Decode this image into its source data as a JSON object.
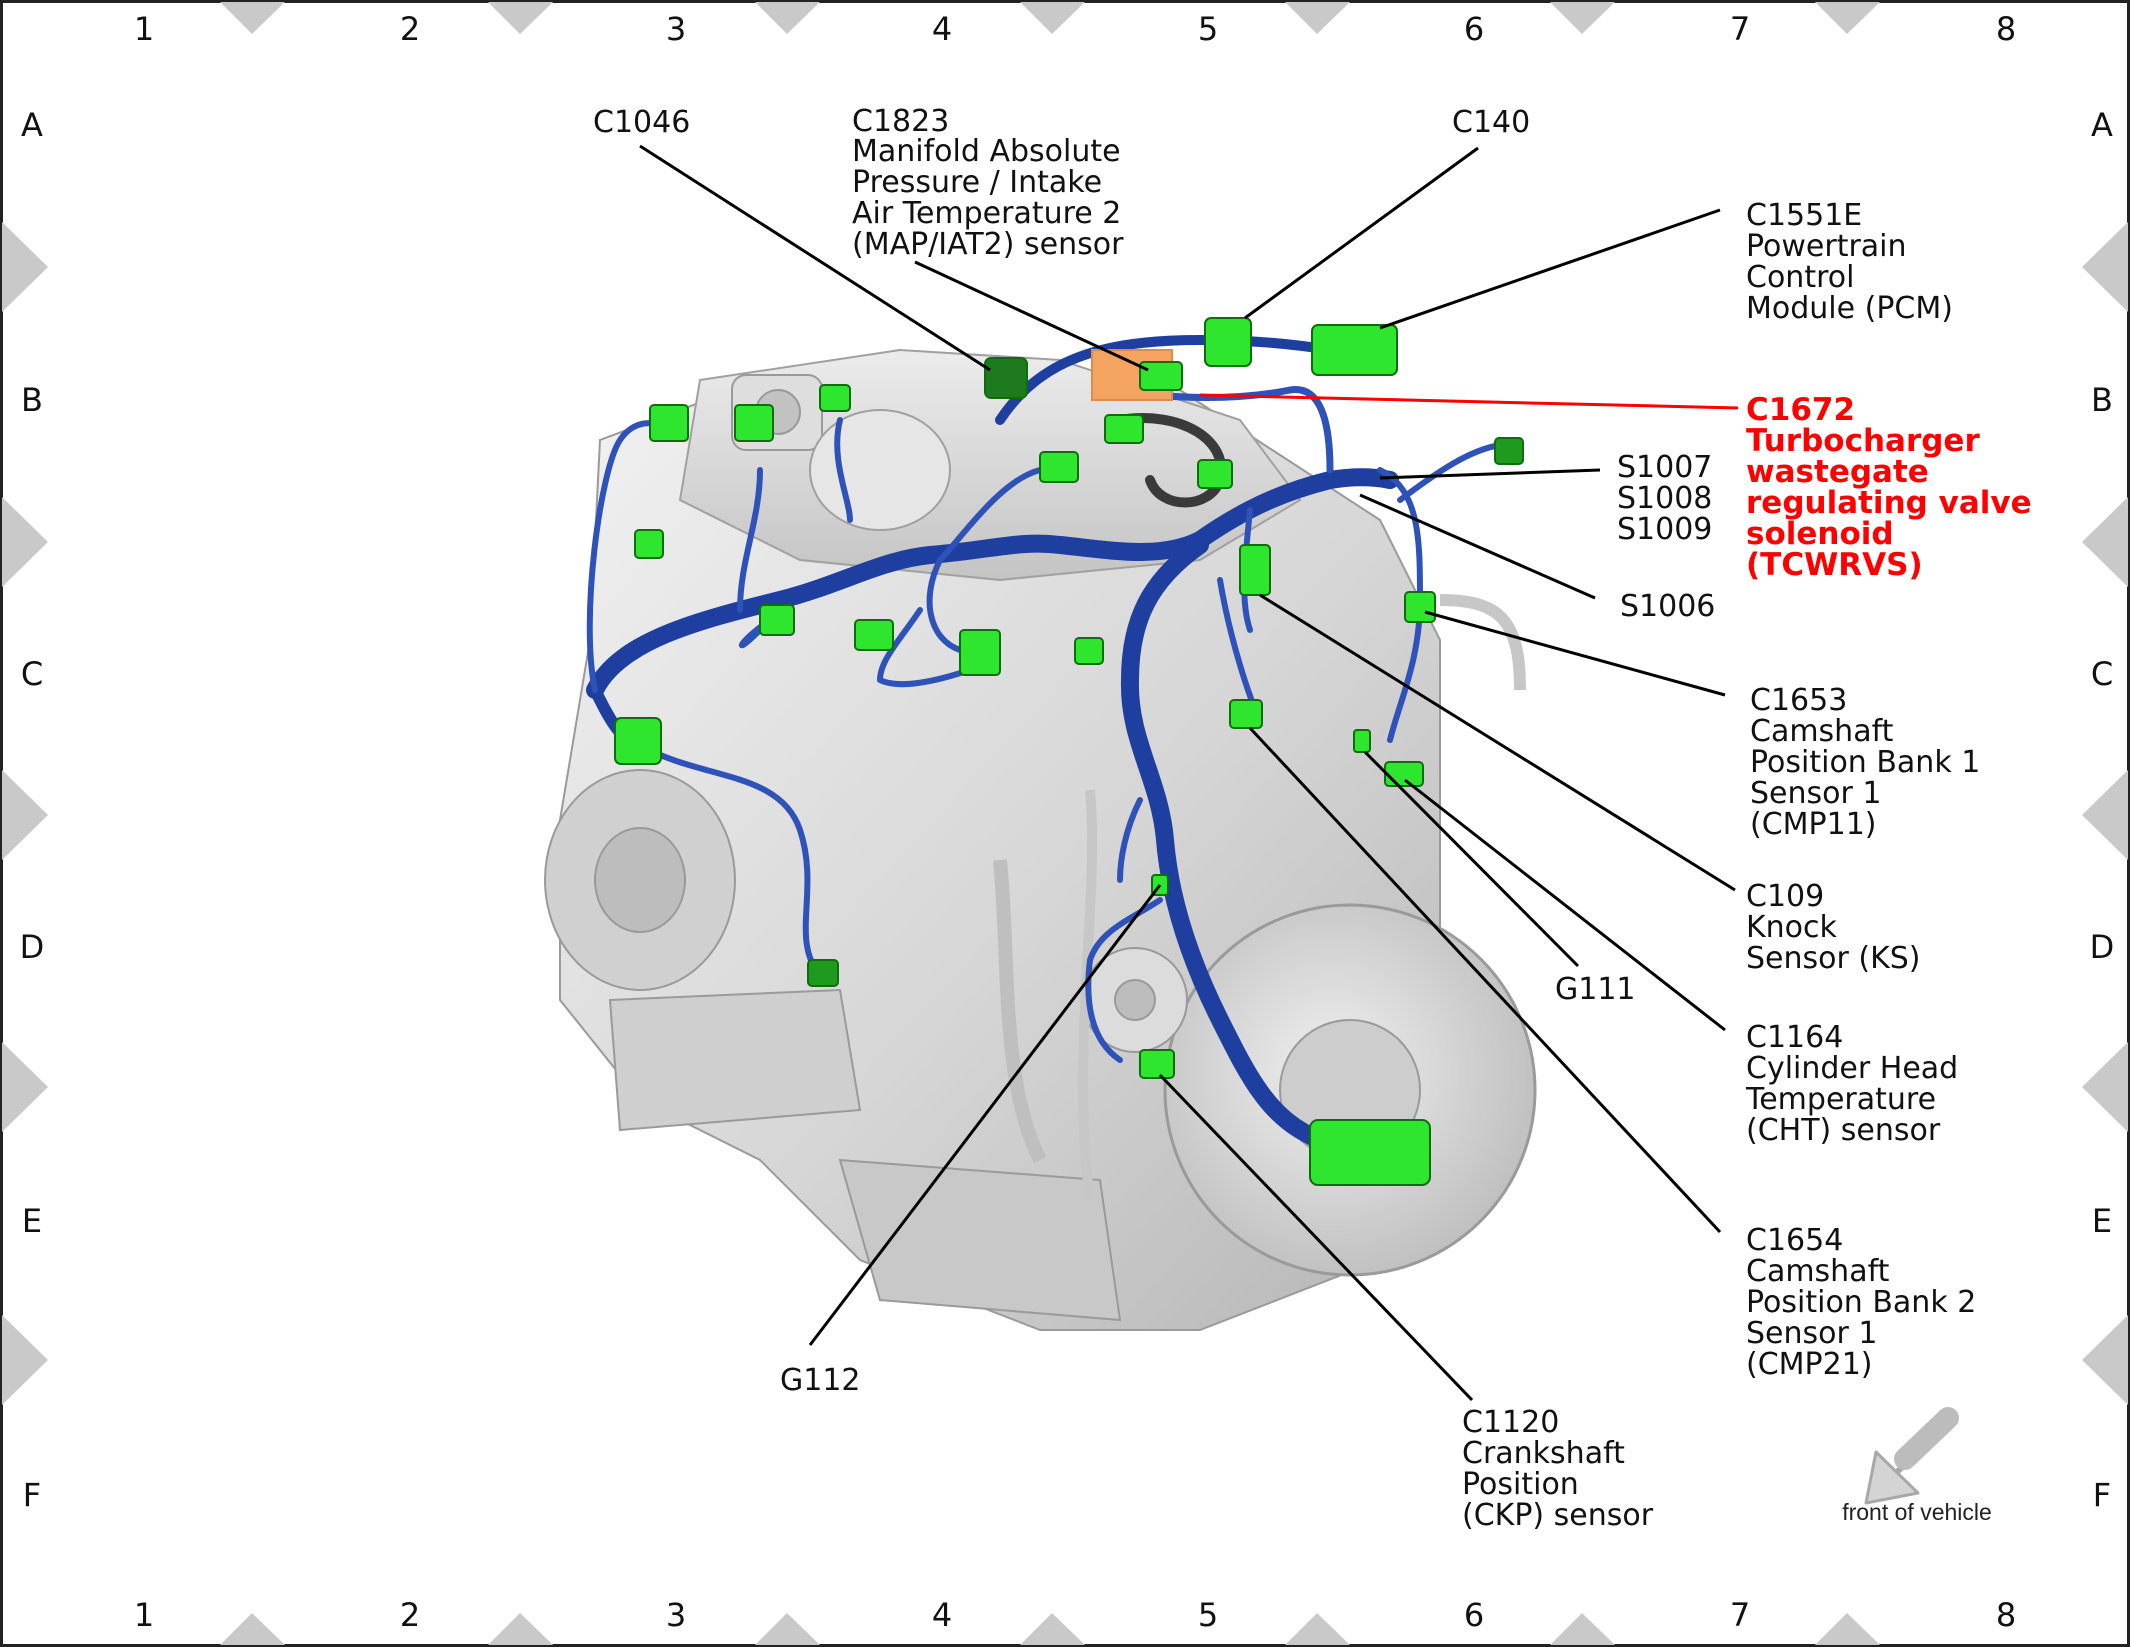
{
  "grid": {
    "columns": [
      "1",
      "2",
      "3",
      "4",
      "5",
      "6",
      "7",
      "8"
    ],
    "rows": [
      "A",
      "B",
      "C",
      "D",
      "E",
      "F"
    ]
  },
  "callouts": {
    "c1046": [
      "C1046"
    ],
    "c1823": [
      "C1823",
      "Manifold Absolute",
      "Pressure / Intake",
      "Air Temperature 2",
      "(MAP/IAT2) sensor"
    ],
    "c140": [
      "C140"
    ],
    "c1551e": [
      "C1551E",
      "Powertrain",
      "Control",
      "Module (PCM)"
    ],
    "c1672": [
      "C1672",
      "Turbocharger",
      "wastegate",
      "regulating valve",
      "solenoid",
      "(TCWRVS)"
    ],
    "s1007": [
      "S1007",
      "S1008",
      "S1009"
    ],
    "s1006": [
      "S1006"
    ],
    "c1653": [
      "C1653",
      "Camshaft",
      "Position Bank 1",
      "Sensor 1",
      "(CMP11)"
    ],
    "c109": [
      "C109",
      "Knock",
      "Sensor (KS)"
    ],
    "g111": [
      "G111"
    ],
    "c1164": [
      "C1164",
      "Cylinder Head",
      "Temperature",
      "(CHT) sensor"
    ],
    "c1654": [
      "C1654",
      "Camshaft",
      "Position Bank 2",
      "Sensor 1",
      "(CMP21)"
    ],
    "g112": [
      "G112"
    ],
    "c1120": [
      "C1120",
      "Crankshaft",
      "Position",
      "(CKP) sensor"
    ]
  },
  "front_of_vehicle": "front of vehicle",
  "colors": {
    "harness": "#1f3fa0",
    "harness_light": "#3a64c8",
    "connector": "#2ee62e",
    "connector_dark": "#1e7a1e",
    "highlight_connector": "#f4a460",
    "callout_highlight": "#ff0000",
    "engine": "#d9d9d9",
    "border_marker": "#c8c8c8"
  }
}
